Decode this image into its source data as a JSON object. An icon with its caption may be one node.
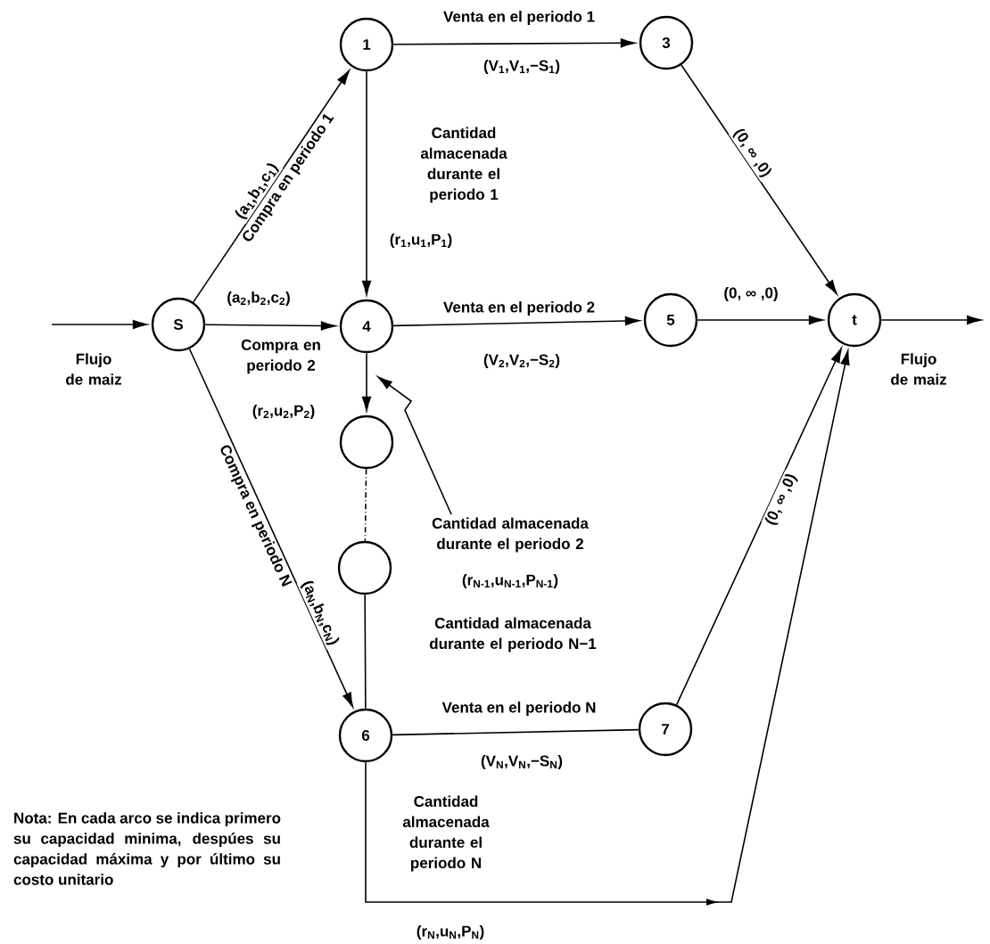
{
  "diagram": {
    "nodes": [
      {
        "text": [
          "S"
        ]
      },
      {
        "text": [
          "1"
        ]
      },
      {
        "text": [
          "3"
        ]
      },
      {
        "text": [
          "4"
        ]
      },
      {
        "text": [
          "5"
        ]
      },
      {
        "text": [
          "t"
        ]
      },
      {
        "text": [],
        "shape": "circle"
      },
      {
        "text": [],
        "shape": "circle"
      },
      {
        "text": [
          "6"
        ]
      },
      {
        "text": [
          "7"
        ]
      },
      {
        "text": [
          "Cantidad almacenada durante el periodo 2"
        ]
      }
    ],
    "edges": [
      {
        "from": null,
        "to": 0,
        "arrow": "to",
        "label": "Flujo de maiz"
      },
      {
        "from": 0,
        "to": 1,
        "arrow": "to",
        "label": "(a$_{1}$,b$_{1}$,c$_{1}$)"
      },
      {
        "from": 0,
        "to": 3,
        "arrow": "to",
        "label": "(a$_{2}$,b$_{2}$,c$_{2}$)"
      },
      {
        "from": 0,
        "to": 8,
        "arrow": "to",
        "label": "(a$_{N}$,b$_{N}$,c$_{N}$)"
      },
      {
        "from": 1,
        "to": 2,
        "arrow": "to",
        "label": "Venta en el periodo 1"
      },
      {
        "from": 1,
        "to": 3,
        "arrow": "to",
        "label": "(r$_{1}$,u$_{1}$,P$_{1}$)"
      },
      {
        "from": 2,
        "to": 5,
        "arrow": "to",
        "label": "(0, ∞ ,0)"
      },
      {
        "from": 3,
        "to": 4,
        "arrow": "to",
        "label": "Venta en el periodo 2"
      },
      {
        "from": 4,
        "to": 5,
        "arrow": "to",
        "label": "(0, ∞ ,0)"
      },
      {
        "from": 3,
        "to": 6,
        "arrow": "to",
        "label": "(r$_{2}$,u$_{2}$,P$_{2}$)"
      },
      {
        "from": 6,
        "to": 7,
        "arrow": "none",
        "style": "dashed"
      },
      {
        "from": 7,
        "to": 8,
        "arrow": "none"
      },
      {
        "from": 8,
        "to": 9,
        "arrow": "none",
        "label": "Venta en el periodo N"
      },
      {
        "from": 9,
        "to": 5,
        "arrow": "to",
        "label": "(0, ∞ ,0)"
      },
      {
        "from": 8,
        "to": 5,
        "arrow": "to",
        "label": "(r$_{N}$,u$_{N}$,P$_{N}$)"
      },
      {
        "from": 5,
        "to": null,
        "arrow": "to",
        "label": "Flujo de maiz"
      },
      {
        "from": 10,
        "to": null,
        "arrow": "to"
      }
    ],
    "labels": [
      "Compra en periodo 1",
      "Compra en periodo 2",
      "Compra en periodo N",
      "(V$_{1}$,V$_{1}$,−S$_{1}$)",
      "Cantidad almacenada durante el periodo 1",
      "(V$_{2}$,V$_{2}$,−S$_{2}$)",
      "(r$_{N-1}$,u$_{N-1}$,P$_{N-1}$)",
      "Cantidad almacenada durante el periodo N−1",
      "(V$_{N}$,V$_{N}$,−S$_{N}$)",
      "Cantidad almacenada durante el periodo N",
      "Nota: En cada arco se indica primero su capacidad minima, despúes su capacidad máxima y por último su costo unitario"
    ]
  }
}
